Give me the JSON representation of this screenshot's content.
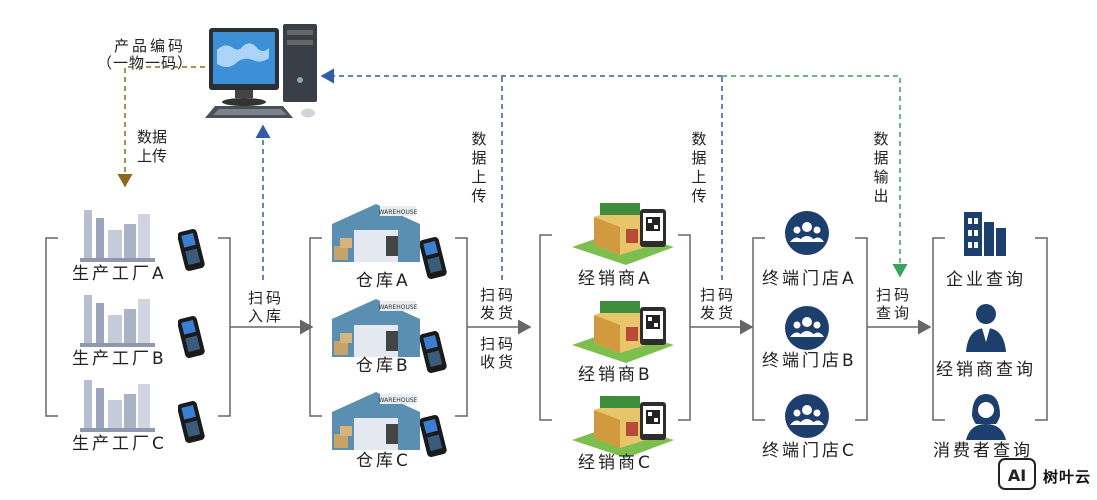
{
  "computer": {
    "label_line1": "产品编码",
    "label_line2": "（一物一码）"
  },
  "arrows": {
    "upload_left": "数据上传",
    "upload_mid": "数据上传",
    "upload_right": "数据上传",
    "output": "数据输出",
    "scan_in_1": "扫码",
    "scan_in_2": "入库",
    "scan_ship_1": "扫码",
    "scan_ship_2": "发货",
    "scan_recv_1": "扫码",
    "scan_recv_2": "收货",
    "scan_ship2_1": "扫码",
    "scan_ship2_2": "发货",
    "scan_query_1": "扫码",
    "scan_query_2": "查询"
  },
  "factories": [
    "生产工厂A",
    "生产工厂B",
    "生产工厂C"
  ],
  "warehouses": [
    "仓库A",
    "仓库B",
    "仓库C"
  ],
  "warehouse_sign": "WAREHOUSE",
  "dealers": [
    "经销商A",
    "经销商B",
    "经销商C"
  ],
  "stores": [
    "终端门店A",
    "终端门店B",
    "终端门店C"
  ],
  "queries": [
    "企业查询",
    "经销商查询",
    "消费者查询"
  ],
  "watermark": {
    "badge": "AI",
    "text": "树叶云"
  },
  "colors": {
    "blue_dash": "#2f5da8",
    "green_dash": "#3aa35a",
    "brown_dash": "#8a6a1e",
    "line": "#666666",
    "navy": "#1d3f6e"
  }
}
